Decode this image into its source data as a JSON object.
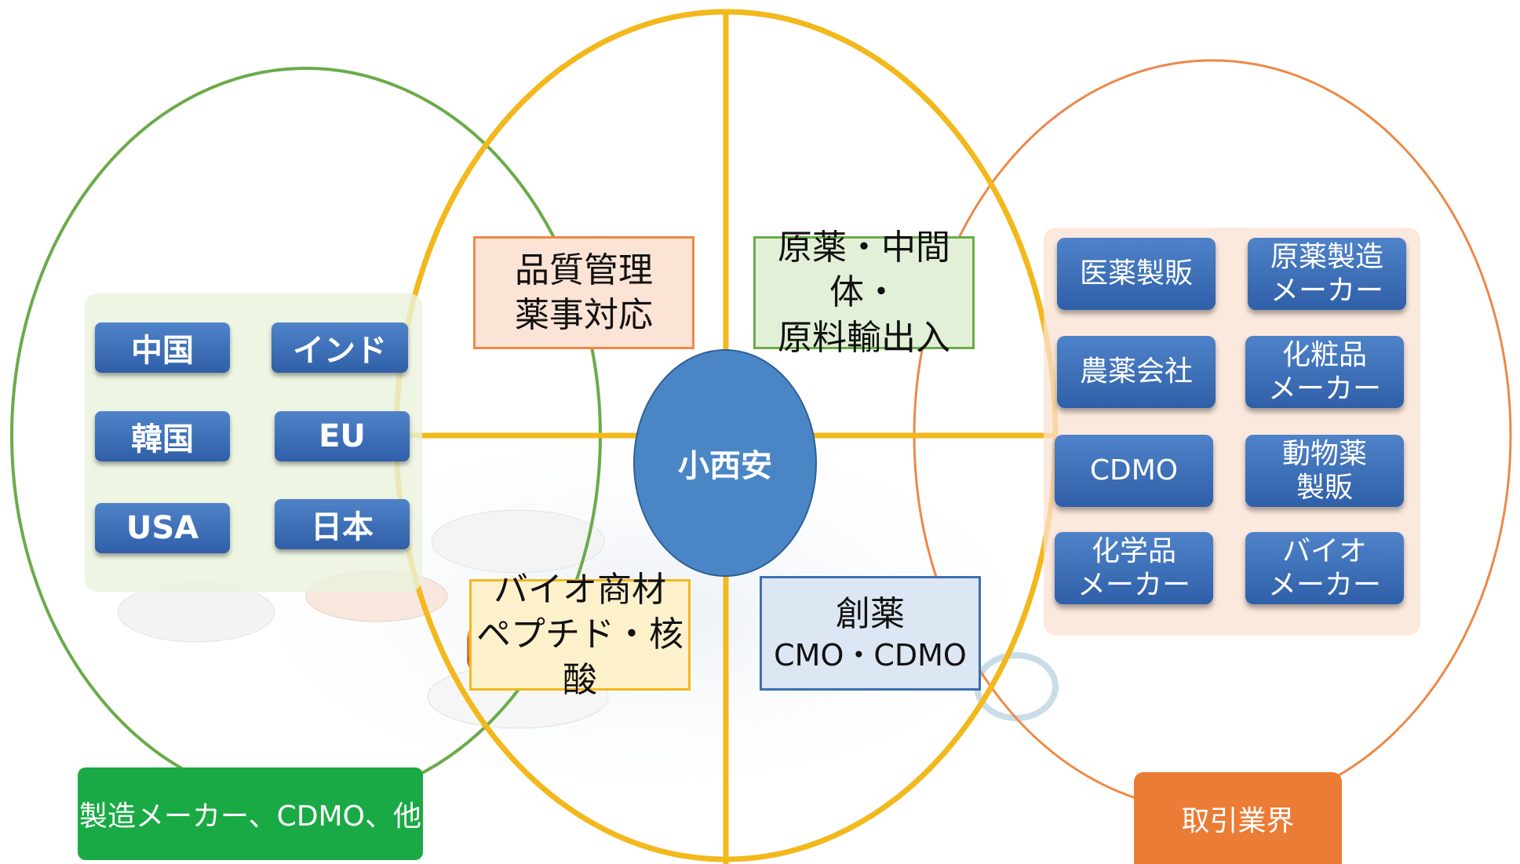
{
  "center": {
    "label": "小西安"
  },
  "countries": [
    "中国",
    "インド",
    "韓国",
    "EU",
    "USA",
    "日本"
  ],
  "services": {
    "quality": [
      "品質管理",
      "薬事対応"
    ],
    "trade": [
      "原薬・中間体・",
      "原料輸出入"
    ],
    "bio": [
      "バイオ商材",
      "ペプチド・核酸"
    ],
    "drug": [
      "創薬",
      "CMO・CDMO"
    ]
  },
  "industries": [
    "医薬製販",
    "原薬製造\nメーカー",
    "農薬会社",
    "化粧品\nメーカー",
    "CDMO",
    "動物薬\n製販",
    "化学品\nメーカー",
    "バイオ\nメーカー"
  ],
  "labels": {
    "left": "製造メーカー、CDMO、他",
    "right": "取引業界"
  },
  "colors": {
    "green": "#6aab4a",
    "yellow": "#f2b81c",
    "orange": "#ed8847",
    "blue": "#4a86c6",
    "label_green": "#1aaa45",
    "label_orange": "#ea7c36"
  }
}
